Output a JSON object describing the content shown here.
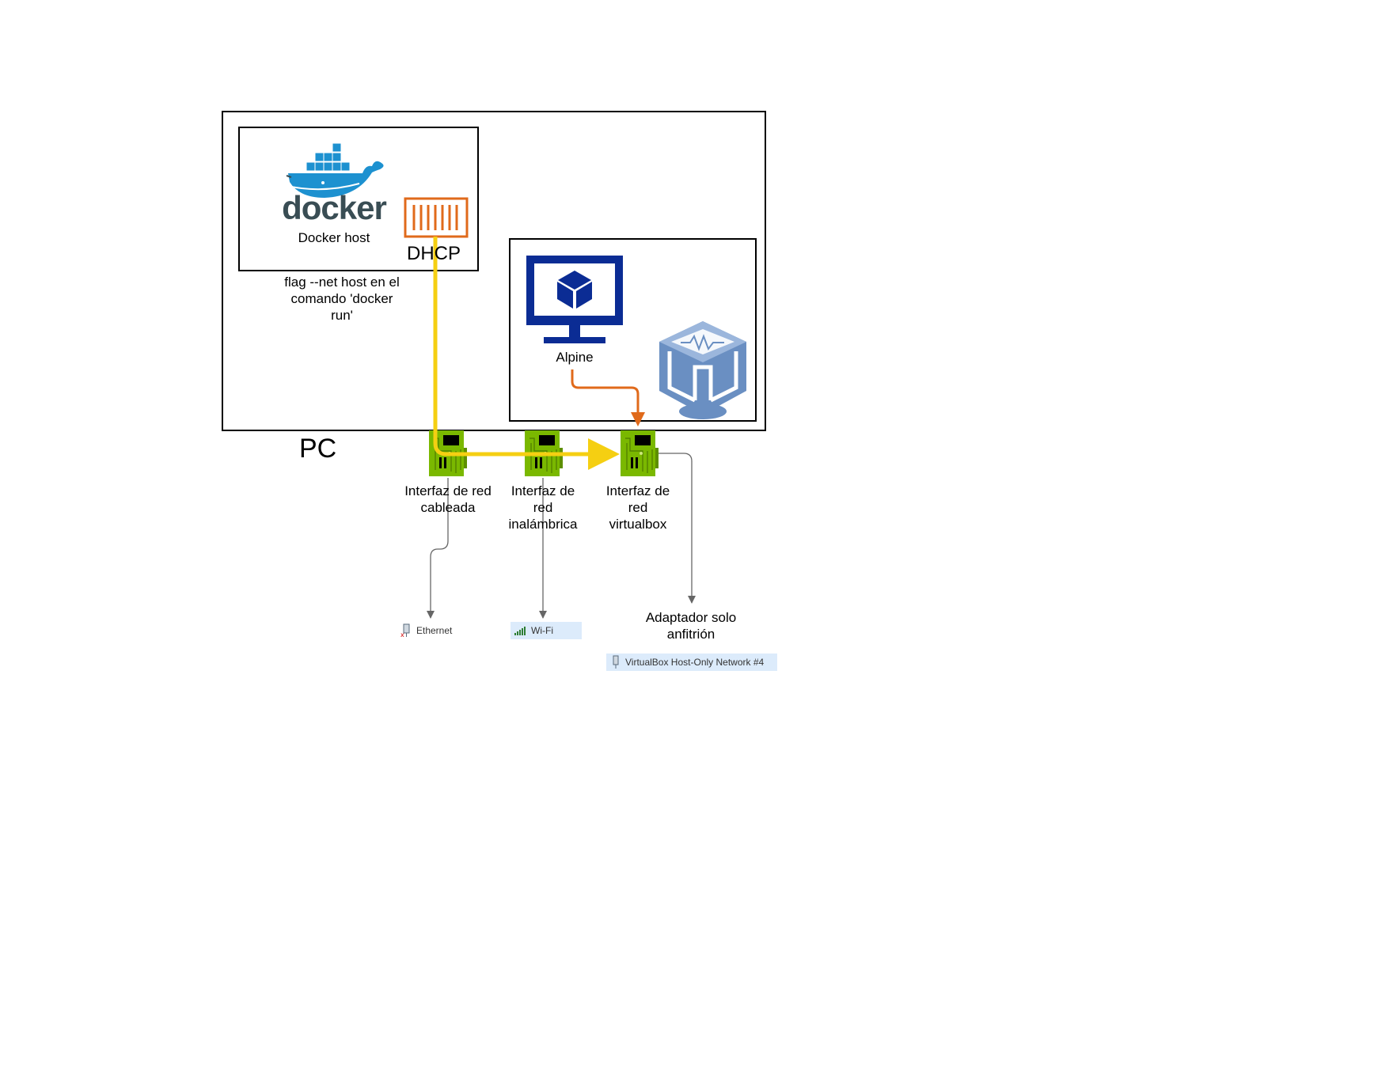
{
  "pc": {
    "label": "PC"
  },
  "docker": {
    "logo_text": "docker",
    "host_label": "Docker host",
    "dhcp_label": "DHCP",
    "flag_note": "flag --net host en el comando 'docker run'"
  },
  "vm": {
    "name": "Alpine"
  },
  "interfaces": [
    {
      "label": "Interfaz de red cableada"
    },
    {
      "label": "Interfaz de red inalámbrica"
    },
    {
      "label": "Interfaz de red virtualbox"
    }
  ],
  "adapters": {
    "host_only_label": "Adaptador solo anfitrión",
    "ethernet": "Ethernet",
    "wifi": "Wi-Fi",
    "virtualbox": "VirtualBox Host-Only Network #4"
  },
  "colors": {
    "docker_blue": "#1d91d0",
    "docker_dark": "#394d54",
    "dhcp_orange": "#e06a1b",
    "link_yellow": "#f5cf12",
    "vm_link_orange": "#e06a1b",
    "nic_green": "#7ab800",
    "monitor_blue": "#0b2c94",
    "vbox_blue": "#6a8fc2"
  },
  "icons": [
    "docker-whale-icon",
    "dhcp-container-icon",
    "monitor-icon",
    "cube-icon",
    "virtualbox-icon",
    "nic-card-icon",
    "ethernet-adapter-icon",
    "wifi-adapter-icon",
    "vbox-adapter-icon"
  ]
}
